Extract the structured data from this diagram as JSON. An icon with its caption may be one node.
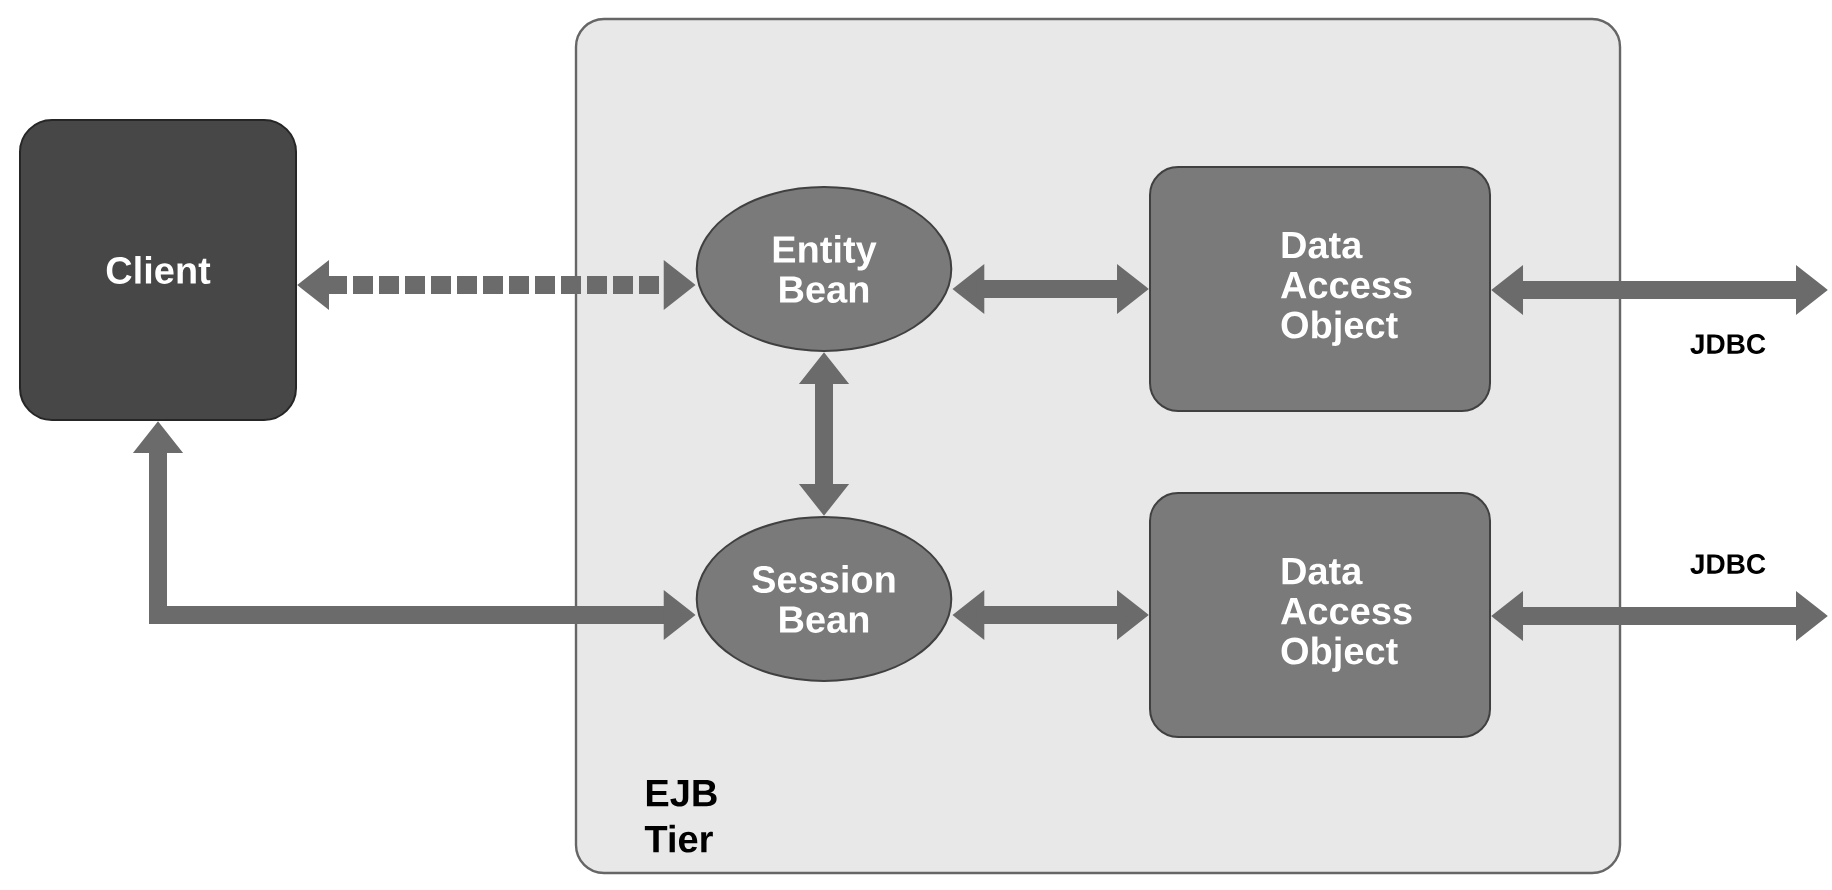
{
  "diagram": {
    "nodes": [
      {
        "text": [
          "EJB Tier"
        ]
      },
      {
        "text": [
          "Client"
        ]
      },
      {
        "text": [
          "Entity Bean"
        ],
        "in": 0
      },
      {
        "text": [
          "Session Bean"
        ],
        "in": 0
      },
      {
        "text": [
          "Data Access Object"
        ],
        "in": 0
      },
      {
        "text": [
          "Data Access Object"
        ],
        "in": 0
      }
    ],
    "edges": [
      {
        "from": 1,
        "to": 2,
        "arrow": "both",
        "style": "dashed"
      },
      {
        "from": 3,
        "to": 1,
        "arrow": "both"
      },
      {
        "from": 2,
        "to": 3,
        "arrow": "both"
      },
      {
        "from": 2,
        "to": 4,
        "arrow": "both"
      },
      {
        "from": 3,
        "to": 5,
        "arrow": "both"
      },
      {
        "from": 4,
        "to": null,
        "arrow": "both",
        "label": "JDBC"
      },
      {
        "from": 5,
        "to": null,
        "arrow": "both",
        "label": "JDBC"
      }
    ]
  }
}
